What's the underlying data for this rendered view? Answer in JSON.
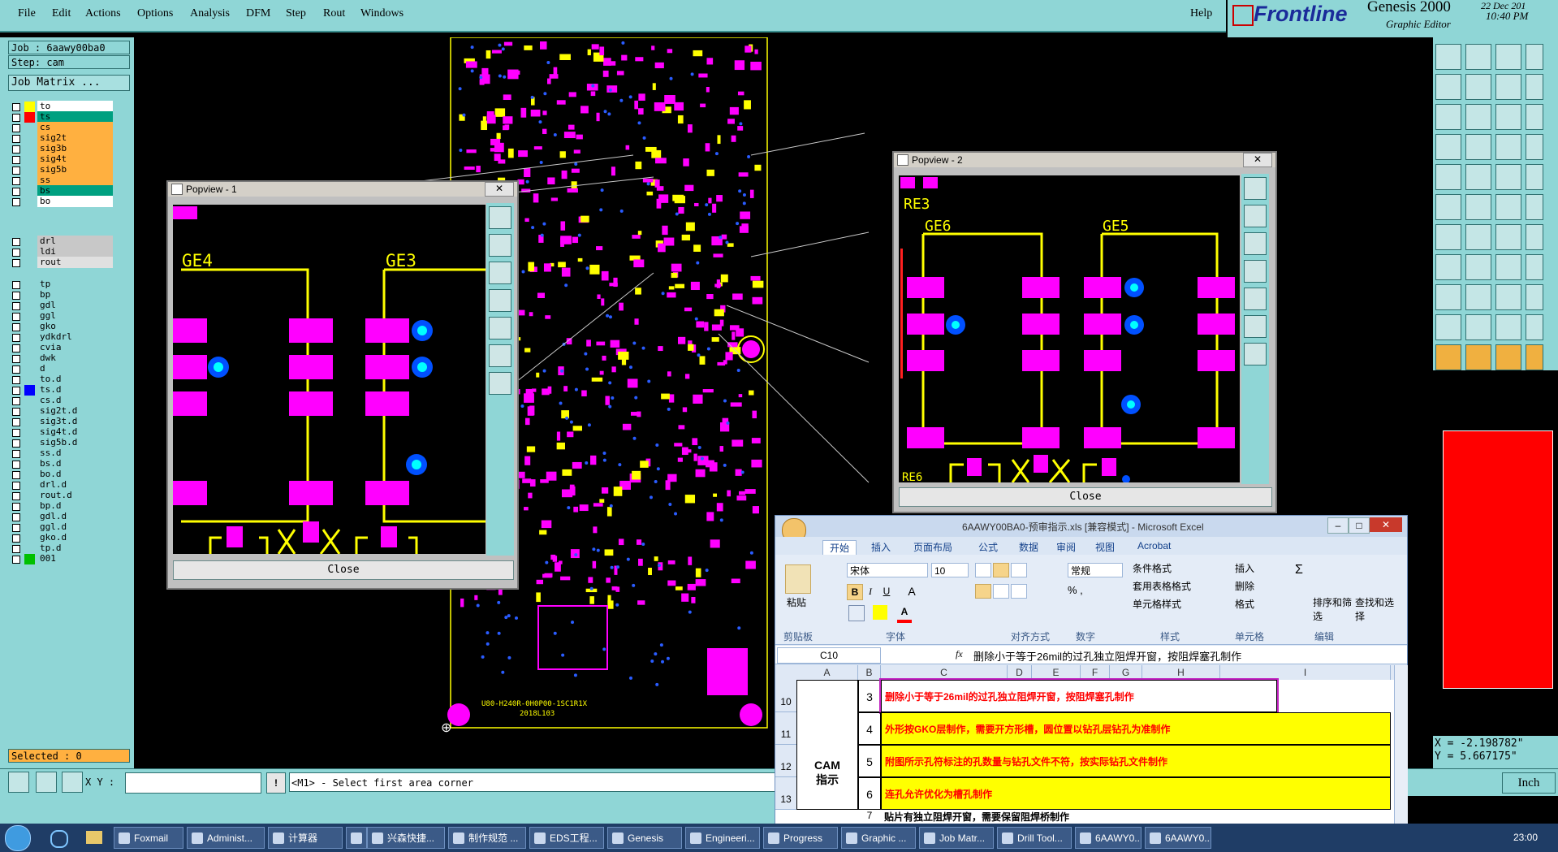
{
  "menu": [
    "File",
    "Edit",
    "Actions",
    "Options",
    "Analysis",
    "DFM",
    "Step",
    "Rout",
    "Windows"
  ],
  "help": "Help",
  "brand": {
    "logo": "Frontline",
    "product": "Genesis 2000",
    "editor": "Graphic Editor",
    "date": "22 Dec 201",
    "time": "10:40 PM"
  },
  "job": {
    "job_label": "Job : 6aawy00ba0",
    "step_label": "Step: cam",
    "matrix_button": "Job Matrix ..."
  },
  "layers_top": [
    {
      "name": "to",
      "color": "#ffffff",
      "swatch": "#ffff00",
      "bar": "#ffffff"
    },
    {
      "name": "ts",
      "color": "#00a080",
      "swatch": "#ff0000",
      "bar": "#00a080"
    },
    {
      "name": "cs",
      "color": "#ffb040",
      "swatch": "",
      "bar": "#ffb040"
    },
    {
      "name": "sig2t",
      "color": "#ffb040",
      "swatch": "",
      "bar": "#ffb040"
    },
    {
      "name": "sig3b",
      "color": "#ffb040",
      "swatch": "",
      "bar": "#ffb040"
    },
    {
      "name": "sig4t",
      "color": "#ffb040",
      "swatch": "",
      "bar": "#ffb040"
    },
    {
      "name": "sig5b",
      "color": "#ffb040",
      "swatch": "",
      "bar": "#ffb040"
    },
    {
      "name": "ss",
      "color": "#ffb040",
      "swatch": "",
      "bar": "#ffb040"
    },
    {
      "name": "bs",
      "color": "#00a080",
      "swatch": "",
      "bar": "#00a080"
    },
    {
      "name": "bo",
      "color": "#ffffff",
      "swatch": "",
      "bar": "#ffffff"
    }
  ],
  "layers_drill": [
    {
      "name": "drl",
      "bar": "#c8c8c8"
    },
    {
      "name": "ldi",
      "bar": "#c8c8c8"
    },
    {
      "name": "rout",
      "bar": "#e0e0e0"
    }
  ],
  "layers_misc": [
    {
      "name": "tp",
      "swatch": ""
    },
    {
      "name": "bp",
      "swatch": ""
    },
    {
      "name": "gdl",
      "swatch": ""
    },
    {
      "name": "ggl",
      "swatch": ""
    },
    {
      "name": "gko",
      "swatch": ""
    },
    {
      "name": "ydkdrl",
      "swatch": ""
    },
    {
      "name": "cvia",
      "swatch": ""
    },
    {
      "name": "dwk",
      "swatch": ""
    },
    {
      "name": "d",
      "swatch": ""
    },
    {
      "name": "to.d",
      "swatch": ""
    },
    {
      "name": "ts.d",
      "swatch": "#0000ff"
    },
    {
      "name": "cs.d",
      "swatch": ""
    },
    {
      "name": "sig2t.d",
      "swatch": ""
    },
    {
      "name": "sig3t.d",
      "swatch": ""
    },
    {
      "name": "sig4t.d",
      "swatch": ""
    },
    {
      "name": "sig5b.d",
      "swatch": ""
    },
    {
      "name": "ss.d",
      "swatch": ""
    },
    {
      "name": "bs.d",
      "swatch": ""
    },
    {
      "name": "bo.d",
      "swatch": ""
    },
    {
      "name": "drl.d",
      "swatch": ""
    },
    {
      "name": "rout.d",
      "swatch": ""
    },
    {
      "name": "bp.d",
      "swatch": ""
    },
    {
      "name": "gdl.d",
      "swatch": ""
    },
    {
      "name": "ggl.d",
      "swatch": ""
    },
    {
      "name": "gko.d",
      "swatch": ""
    },
    {
      "name": "tp.d",
      "swatch": ""
    },
    {
      "name": "001",
      "swatch": "#00c000"
    }
  ],
  "selected": "Selected : 0",
  "xy_label": "X Y :",
  "prompt": "<M1> - Select first area corner",
  "unit": "Inch",
  "coords": {
    "x": "X = -2.198782\"",
    "y": "Y = 5.667175\""
  },
  "popview1": {
    "title": "Popview - 1",
    "labels": [
      "GE4",
      "GE3"
    ],
    "close": "Close"
  },
  "popview2": {
    "title": "Popview - 2",
    "labels": [
      "RE3",
      "GE6",
      "GE5",
      "RE6"
    ],
    "close": "Close"
  },
  "pcb_text": {
    "part": "U80-H240R-0H0P00-1SC1R1X",
    "date": "2018L103"
  },
  "excel": {
    "title": "6AAWY00BA0-预审指示.xls  [兼容模式] - Microsoft Excel",
    "tabs": [
      "开始",
      "插入",
      "页面布局",
      "公式",
      "数据",
      "审阅",
      "视图",
      "Acrobat"
    ],
    "font": "宋体",
    "size": "10",
    "format": "常规",
    "groups": [
      "剪贴板",
      "字体",
      "对齐方式",
      "数字",
      "样式",
      "单元格",
      "编辑"
    ],
    "ribbon_items": [
      "粘贴",
      "条件格式",
      "套用表格格式",
      "单元格样式",
      "插入",
      "删除",
      "格式",
      "排序和筛选",
      "查找和选择"
    ],
    "cell_ref": "C10",
    "formula": "删除小于等于26mil的过孔独立阻焊开窗，按阻焊塞孔制作",
    "columns": [
      "A",
      "B",
      "C",
      "D",
      "E",
      "F",
      "G",
      "H",
      "I"
    ],
    "rows": [
      {
        "num": "10",
        "idx": "3",
        "text": "删除小于等于26mil的过孔独立阻焊开窗，按阻焊塞孔制作"
      },
      {
        "num": "11",
        "idx": "4",
        "text": "外形按GKO层制作，需要开方形槽，圆位置以钻孔层钻孔为准制作"
      },
      {
        "num": "12",
        "idx": "5",
        "text": "附图所示孔符标注的孔数量与钻孔文件不符，按实际钻孔文件制作"
      },
      {
        "num": "13",
        "idx": "6",
        "text": "连孔允许优化为槽孔制作"
      }
    ],
    "section": "CAM\n指示",
    "section_l1": "CAM",
    "section_l2": "指示",
    "row14_idx": "7",
    "row14_text": "贴片有独立阻焊开窗，需要保留阻焊桥制作"
  },
  "taskbar": {
    "items": [
      "Foxmail",
      "Administ...",
      "计算器",
      "",
      "兴森快捷...",
      "制作规范 ...",
      "EDS工程...",
      "Genesis",
      "Engineeri...",
      "Progress",
      "Graphic ...",
      "Job Matr...",
      "Drill Tool...",
      "6AAWY0...",
      "6AAWY0..."
    ],
    "clock": "23:00"
  }
}
